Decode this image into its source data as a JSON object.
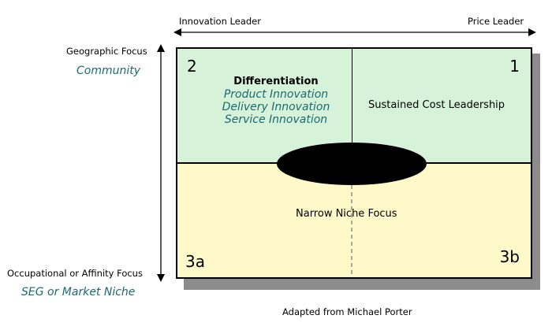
{
  "top_axis": {
    "left_label": "Innovation Leader",
    "right_label": "Price Leader"
  },
  "left_axis": {
    "top_label": "Geographic Focus",
    "top_sub": "Community",
    "bottom_label": "Occupational or Affinity Focus",
    "bottom_sub": "SEG or Market Niche"
  },
  "quadrants": {
    "q2": {
      "number": "2",
      "title": "Differentiation",
      "items": [
        "Product Innovation",
        "Delivery Innovation",
        "Service Innovation"
      ]
    },
    "q1": {
      "number": "1",
      "title": "Sustained Cost Leadership"
    },
    "bottom": {
      "title": "Narrow Niche Focus",
      "left_number": "3a",
      "right_number": "3b"
    }
  },
  "caption": "Adapted from Michael Porter",
  "colors": {
    "upper_fill": "#d6f2d9",
    "lower_fill": "#fdf9c8",
    "teal_text": "#1c6a70",
    "shadow": "#8c8c8c"
  }
}
